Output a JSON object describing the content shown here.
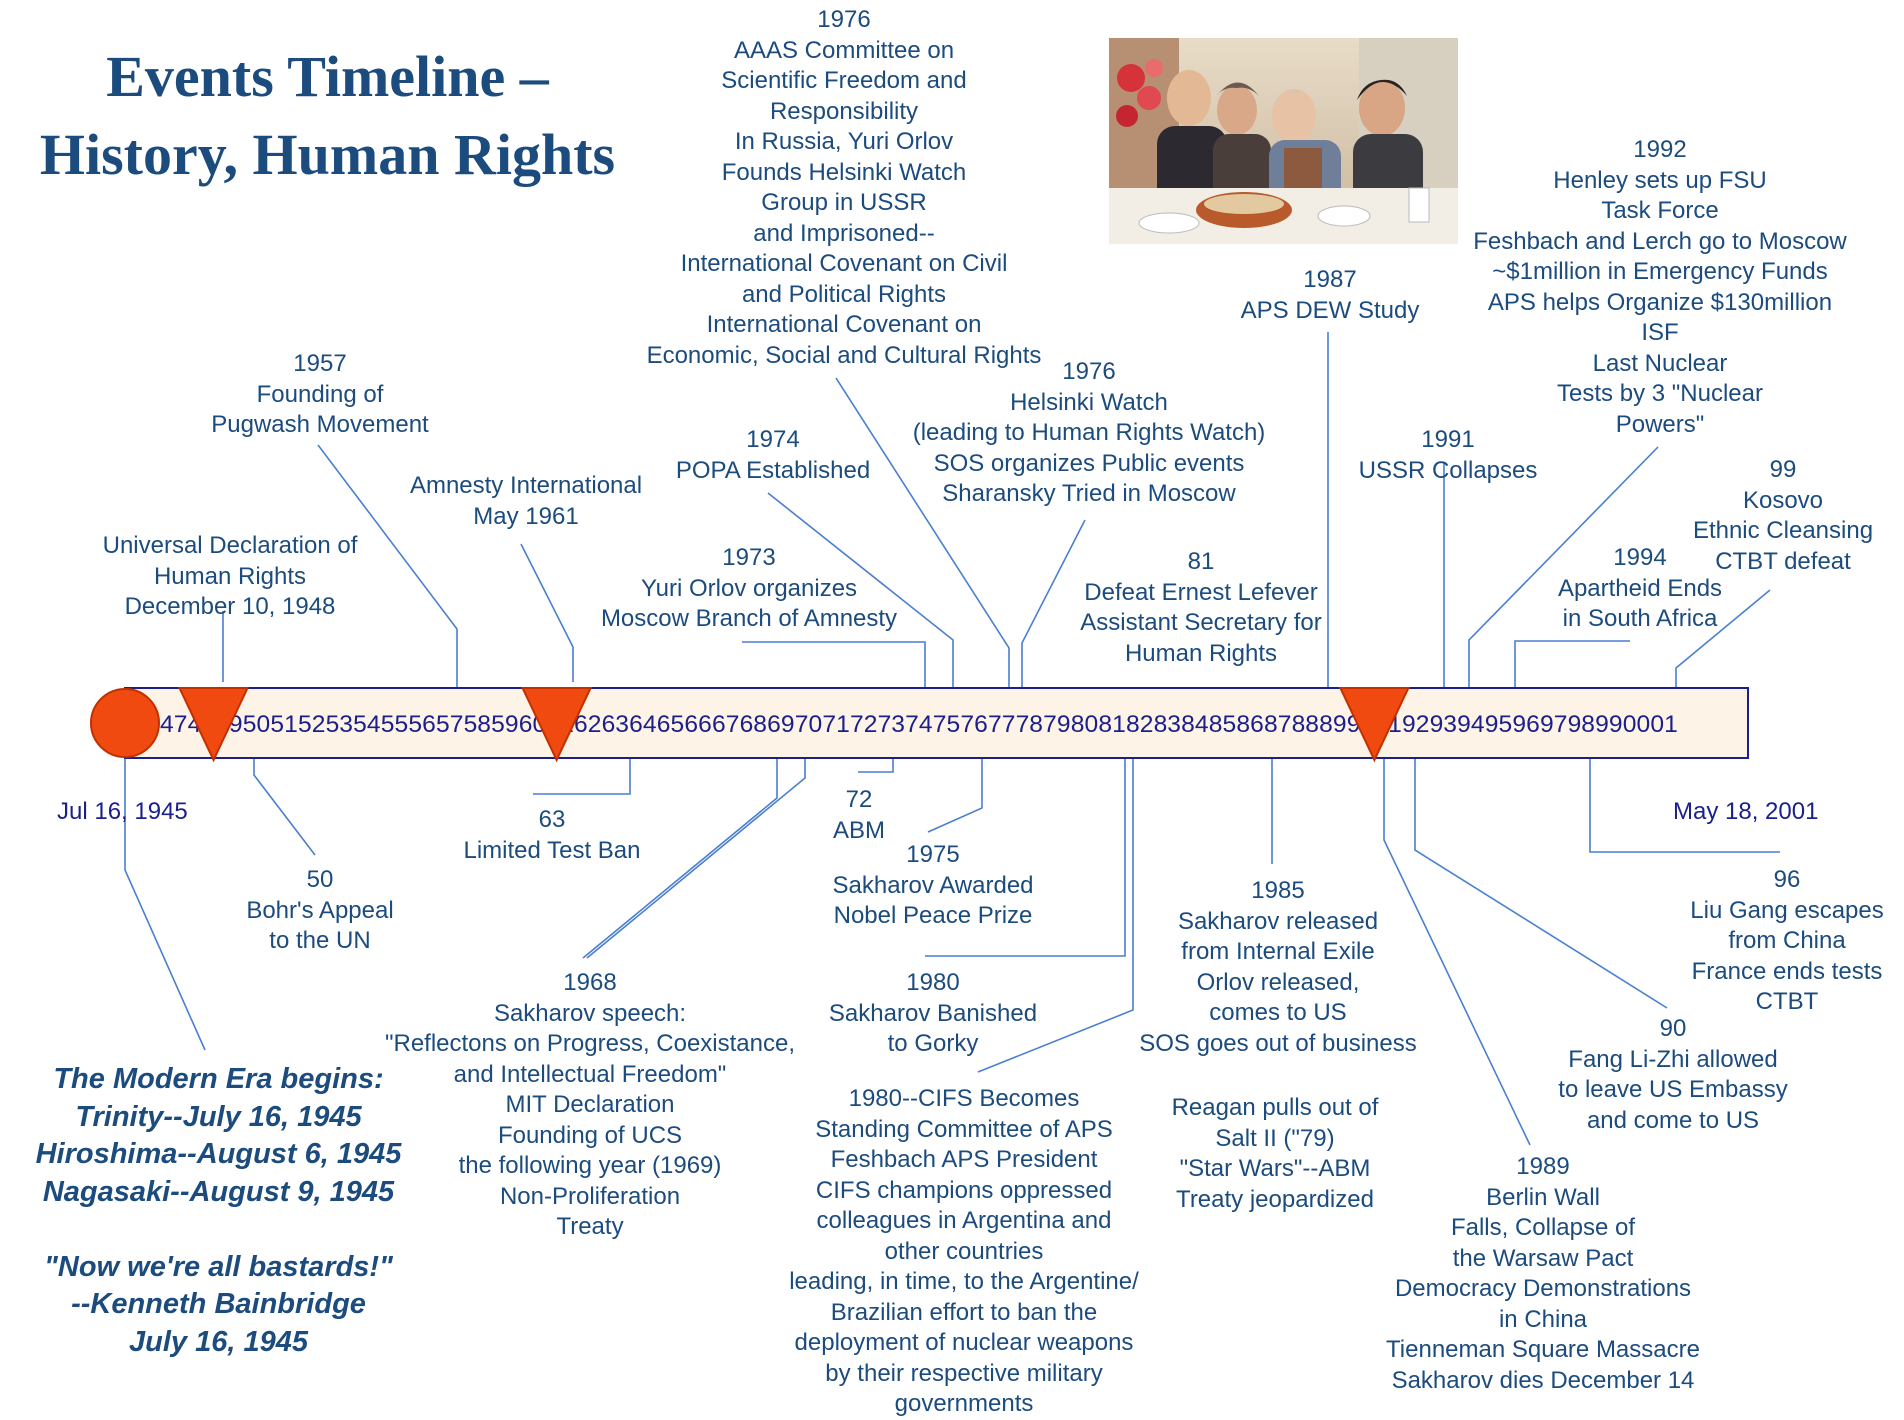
{
  "title_lines": [
    "Events Timeline –",
    "History, Human Rights"
  ],
  "colors": {
    "text": "#1c4b7e",
    "axis_text": "#1a1f8a",
    "leader_line": "#4a7fd0",
    "bar_fill": "#fdf3e7",
    "bar_border": "#1a1f8a",
    "marker_fill": "#f04a10",
    "marker_border": "#c23000"
  },
  "axis": {
    "start_label": "Jul 16, 1945",
    "end_label": "May 18, 2001",
    "tick_labels": [
      "47",
      "48",
      "49",
      "50",
      "51",
      "52",
      "53",
      "54",
      "55",
      "56",
      "57",
      "58",
      "59",
      "60",
      "61",
      "62",
      "63",
      "64",
      "65",
      "66",
      "67",
      "68",
      "69",
      "70",
      "71",
      "72",
      "73",
      "74",
      "75",
      "76",
      "77",
      "78",
      "79",
      "80",
      "81",
      "82",
      "83",
      "84",
      "85",
      "86",
      "87",
      "88",
      "89",
      "90",
      "91",
      "92",
      "93",
      "94",
      "95",
      "96",
      "97",
      "98",
      "99",
      "00",
      "01"
    ],
    "markers": [
      {
        "kind": "circle",
        "year": 1945.54
      },
      {
        "kind": "triangle",
        "year": 1948.94
      },
      {
        "kind": "triangle",
        "year": 1961.37
      },
      {
        "kind": "triangle",
        "year": 1991.0
      }
    ]
  },
  "photo": {
    "description_icon": "photo-of-four-people-at-table"
  },
  "events": [
    {
      "id": "1976-aaas",
      "lines": [
        "1976",
        "AAAS Committee on",
        "Scientific Freedom and",
        "Responsibility",
        "In Russia, Yuri Orlov",
        "Founds Helsinki Watch",
        "Group in USSR",
        "and Imprisoned--",
        "International Covenant on Civil",
        "and Political Rights",
        "International Covenant on",
        "Economic, Social and Cultural Rights"
      ]
    },
    {
      "id": "1957",
      "lines": [
        "1957",
        "Founding of",
        "Pugwash Movement"
      ]
    },
    {
      "id": "1961",
      "lines": [
        "Amnesty International",
        "May 1961"
      ]
    },
    {
      "id": "1948",
      "lines": [
        "Universal Declaration of",
        "Human Rights",
        "December 10, 1948"
      ]
    },
    {
      "id": "1974",
      "lines": [
        "1974",
        "POPA Established"
      ]
    },
    {
      "id": "1976-helsinki",
      "lines": [
        "1976",
        "Helsinki Watch",
        "(leading to Human Rights Watch)",
        "SOS organizes Public events",
        "Sharansky Tried in Moscow"
      ]
    },
    {
      "id": "1973",
      "lines": [
        "1973",
        "Yuri Orlov organizes",
        "Moscow Branch of Amnesty"
      ]
    },
    {
      "id": "1981",
      "lines": [
        "81",
        "Defeat Ernest Lefever",
        "Assistant Secretary for",
        "Human Rights"
      ]
    },
    {
      "id": "1987",
      "lines": [
        "1987",
        "APS DEW Study"
      ]
    },
    {
      "id": "1991",
      "lines": [
        "1991",
        "USSR Collapses"
      ]
    },
    {
      "id": "1992",
      "lines": [
        "1992",
        "Henley sets up FSU",
        "Task Force",
        "Feshbach and Lerch go to Moscow",
        "~$1million in Emergency Funds",
        "APS helps Organize $130million",
        "ISF",
        "Last Nuclear",
        "Tests by 3 \"Nuclear",
        "Powers\""
      ]
    },
    {
      "id": "1999",
      "lines": [
        "99",
        "Kosovo",
        "Ethnic Cleansing",
        "CTBT defeat"
      ]
    },
    {
      "id": "1994",
      "lines": [
        "1994",
        "Apartheid Ends",
        "in South Africa"
      ]
    },
    {
      "id": "1950",
      "lines": [
        "50",
        "Bohr's Appeal",
        "to the  UN"
      ]
    },
    {
      "id": "1963",
      "lines": [
        "63",
        "Limited Test Ban"
      ]
    },
    {
      "id": "1972",
      "lines": [
        "72",
        "ABM"
      ]
    },
    {
      "id": "1975",
      "lines": [
        "1975",
        "Sakharov Awarded",
        "Nobel Peace Prize"
      ]
    },
    {
      "id": "1968",
      "lines": [
        "1968",
        "Sakharov speech:",
        "\"Reflectons on Progress, Coexistance,",
        "and Intellectual Freedom\"",
        "MIT Declaration",
        "Founding of UCS",
        "the following year (1969)",
        "Non-Proliferation",
        "Treaty"
      ]
    },
    {
      "id": "1980",
      "lines": [
        "1980",
        "Sakharov Banished",
        "to Gorky"
      ]
    },
    {
      "id": "1980-cifs",
      "lines": [
        "1980--CIFS Becomes",
        "Standing Committee of APS",
        "Feshbach APS President",
        "CIFS champions oppressed",
        "colleagues in Argentina and",
        "other countries",
        "leading, in time, to the Argentine/",
        "Brazilian effort to ban the",
        "deployment of nuclear weapons",
        "by their respective military",
        "governments"
      ]
    },
    {
      "id": "1985",
      "lines": [
        "1985",
        "Sakharov released",
        "from Internal Exile",
        "Orlov released,",
        "comes to US",
        "SOS goes out of business"
      ]
    },
    {
      "id": "reagan",
      "lines": [
        "Reagan pulls out of",
        "Salt II (\"79)",
        "\"Star Wars\"--ABM",
        "Treaty jeopardized"
      ]
    },
    {
      "id": "1989",
      "lines": [
        "1989",
        "Berlin Wall",
        "Falls, Collapse of",
        "the Warsaw Pact",
        "Democracy Demonstrations",
        "in China",
        "Tienneman Square Massacre",
        "Sakharov dies December 14"
      ]
    },
    {
      "id": "1990",
      "lines": [
        "90",
        "Fang Li-Zhi allowed",
        "to leave US Embassy",
        "and come to US"
      ]
    },
    {
      "id": "1996",
      "lines": [
        "96",
        "Liu Gang escapes",
        "from China",
        "France ends tests",
        "CTBT"
      ]
    }
  ],
  "modern_era": [
    "The Modern Era begins:",
    "Trinity--July 16, 1945",
    "Hiroshima--August 6, 1945",
    "Nagasaki--August 9, 1945",
    "",
    "\"Now we're all bastards!\"",
    "--Kenneth Bainbridge",
    "July 16, 1945"
  ]
}
